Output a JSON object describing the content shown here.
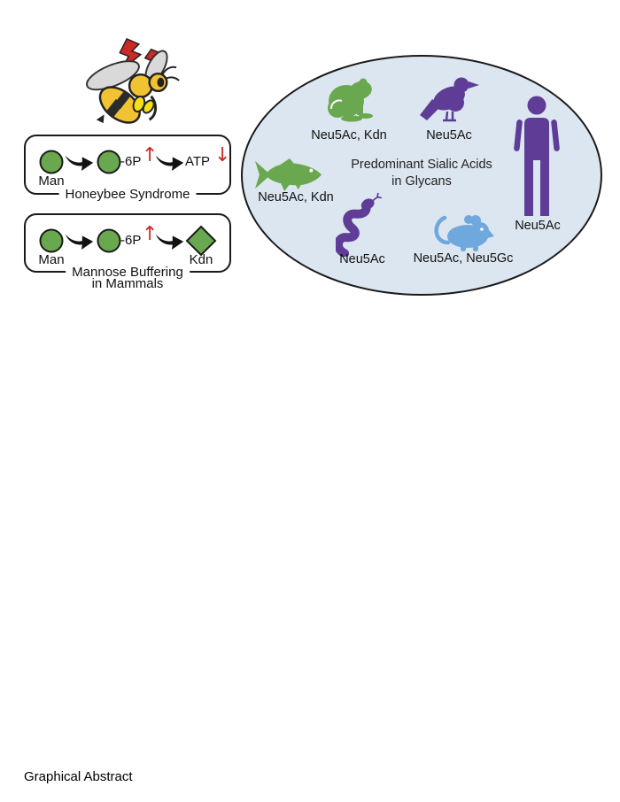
{
  "colors": {
    "green": "#6aa84f",
    "purple": "#5f3d96",
    "blue": "#6fa8dc",
    "red": "#cc2a27",
    "ellipse_fill": "#dce6f1",
    "outline": "#1a1a1a",
    "bee_yellow": "#f1c232",
    "bee_leg_yellow": "#f7e017",
    "wing_gray": "#d9d9d9",
    "stripe_black": "#2b2b2b",
    "white": "#ffffff"
  },
  "panels": [
    {
      "caption": "Honeybee Syndrome",
      "start_label": "Man",
      "mid_label": "-6P",
      "mid_trend": "↑",
      "end_label": "ATP",
      "end_trend": "↓"
    },
    {
      "caption_line1": "Mannose Buffering",
      "caption_line2": "in Mammals",
      "start_label": "Man",
      "mid_label": "-6P",
      "mid_trend": "↑",
      "end_label": "Kdn"
    }
  ],
  "ellipse": {
    "title_line1": "Predominant Sialic Acids",
    "title_line2": "in Glycans",
    "animals": [
      {
        "name": "frog",
        "label": "Neu5Ac, Kdn"
      },
      {
        "name": "bird",
        "label": "Neu5Ac"
      },
      {
        "name": "human",
        "label": "Neu5Ac"
      },
      {
        "name": "fish",
        "label": "Neu5Ac, Kdn"
      },
      {
        "name": "snake",
        "label": "Neu5Ac"
      },
      {
        "name": "mouse",
        "label": "Neu5Ac, Neu5Gc"
      }
    ]
  },
  "footer": "Graphical Abstract"
}
